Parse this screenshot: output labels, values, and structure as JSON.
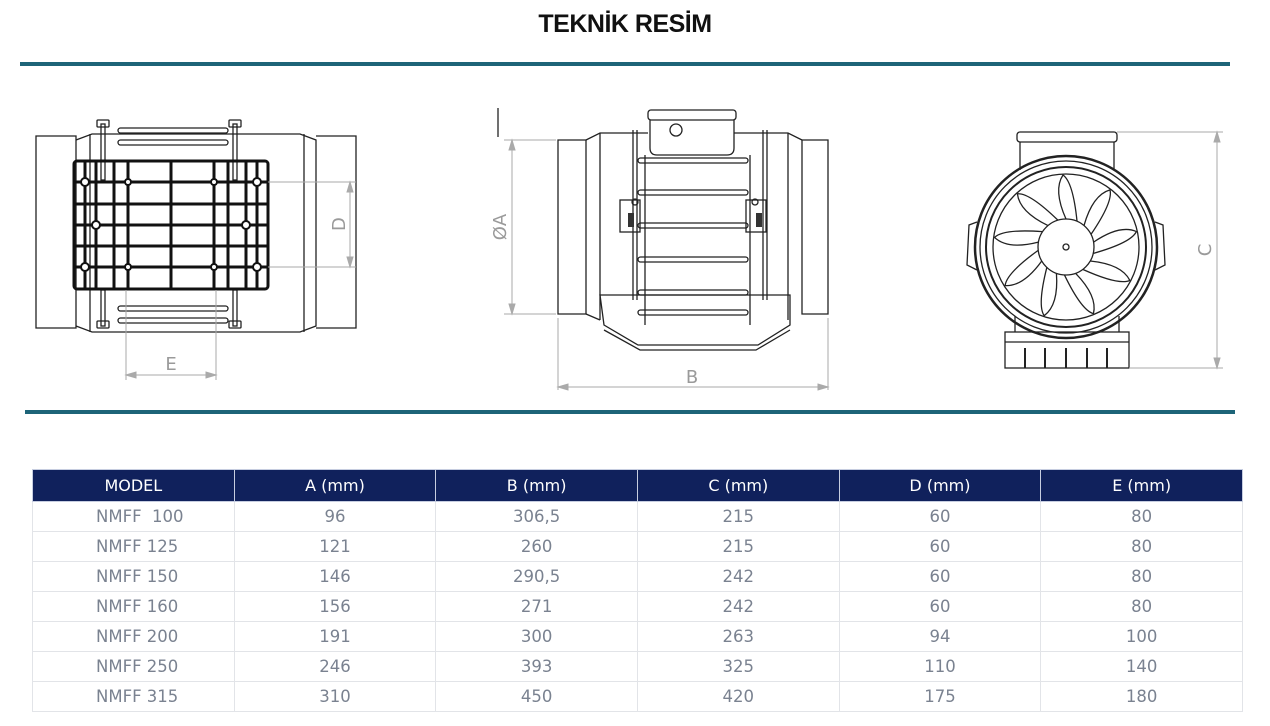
{
  "page": {
    "title": "TEKNİK RESİM"
  },
  "drawings": {
    "left_view": {
      "dimension_labels": [
        "D",
        "E"
      ]
    },
    "front_view": {
      "dimension_labels": [
        "ØA",
        "B"
      ]
    },
    "side_view": {
      "dimension_labels": [
        "C"
      ]
    }
  },
  "colors": {
    "rule": "#1d6478",
    "header_bg": "#10215c",
    "cell_text": "#7a8290"
  },
  "table": {
    "headers": [
      "MODEL",
      "A (mm)",
      "B (mm)",
      "C (mm)",
      "D (mm)",
      "E (mm)"
    ],
    "rows": [
      [
        "NMFF  100",
        "96",
        "306,5",
        "215",
        "60",
        "80"
      ],
      [
        "NMFF 125",
        "121",
        "260",
        "215",
        "60",
        "80"
      ],
      [
        "NMFF 150",
        "146",
        "290,5",
        "242",
        "60",
        "80"
      ],
      [
        "NMFF 160",
        "156",
        "271",
        "242",
        "60",
        "80"
      ],
      [
        "NMFF 200",
        "191",
        "300",
        "263",
        "94",
        "100"
      ],
      [
        "NMFF 250",
        "246",
        "393",
        "325",
        "110",
        "140"
      ],
      [
        "NMFF 315",
        "310",
        "450",
        "420",
        "175",
        "180"
      ]
    ]
  }
}
